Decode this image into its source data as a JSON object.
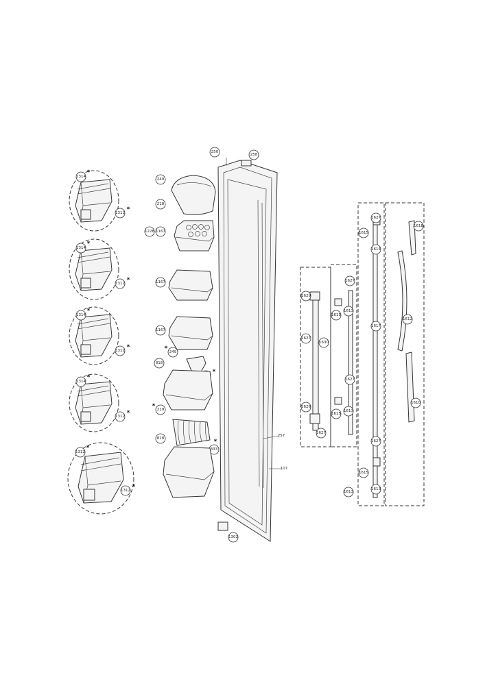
{
  "callouts": {
    "bin_a1": "1314",
    "bin_a2": "1312",
    "bin_b1": "1314",
    "bin_b2": "1312",
    "bin_c1": "1314",
    "bin_c2": "1312",
    "bin_d1": "1314",
    "bin_d2": "1312",
    "bin_e1": "1312",
    "bin_e2": "1312",
    "cover": "249",
    "cover2": "218",
    "egg_a": "1228",
    "egg_b": "1167",
    "shelf2": "1167",
    "shelf3": "1167",
    "shelf4": "818",
    "clip1": "249",
    "clip1b": "333",
    "rack": "219",
    "rack_b": "333",
    "shelf5": "818",
    "screw": "250",
    "label": "258",
    "gasket": "257",
    "door": "107",
    "hinge": "1302",
    "h1_a": "1629",
    "h1_b": "1627",
    "h1_c": "1630",
    "h1_d": "1626",
    "h1_e": "1627",
    "h2_a": "1627",
    "h2_b": "1615",
    "h2_c": "1613",
    "h2_d": "1627",
    "h2_e": "1615",
    "h2_f": "1613",
    "h3_a": "1627",
    "h3_b": "1615",
    "h3_c": "1614",
    "h3_d": "1617",
    "h3_e": "1627",
    "h3_f": "1615",
    "h3_g": "1613",
    "h3_h": "1613",
    "h4_a": "1618",
    "h4_b": "1612",
    "h4_c": "1610"
  },
  "marks": {
    "star": "*"
  }
}
